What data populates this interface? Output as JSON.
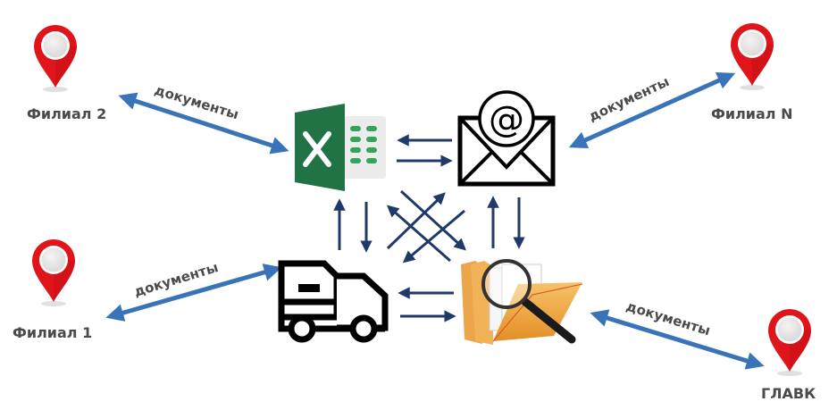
{
  "nodes": {
    "branch2": {
      "label": "Филиал 2",
      "icon": "map-pin-icon"
    },
    "branchN": {
      "label": "Филиал N",
      "icon": "map-pin-icon"
    },
    "branch1": {
      "label": "Филиал 1",
      "icon": "map-pin-icon"
    },
    "hq": {
      "label": "ГЛАВК",
      "icon": "map-pin-icon"
    },
    "excel": {
      "icon": "excel-icon"
    },
    "email": {
      "icon": "email-envelope-icon"
    },
    "delivery": {
      "icon": "delivery-truck-icon"
    },
    "archive": {
      "icon": "folder-search-icon"
    }
  },
  "edges": {
    "branch2_excel": "документы",
    "branchN_email": "документы",
    "branch1_delivery": "документы",
    "hq_archive": "документы"
  },
  "colors": {
    "pin_red": "#e0141b",
    "branch_arrow": "#3a74b8",
    "hub_arrow": "#1f3a68",
    "excel_green": "#217346",
    "folder_orange": "#f0a13a",
    "label_gray": "#4a4a4a"
  }
}
